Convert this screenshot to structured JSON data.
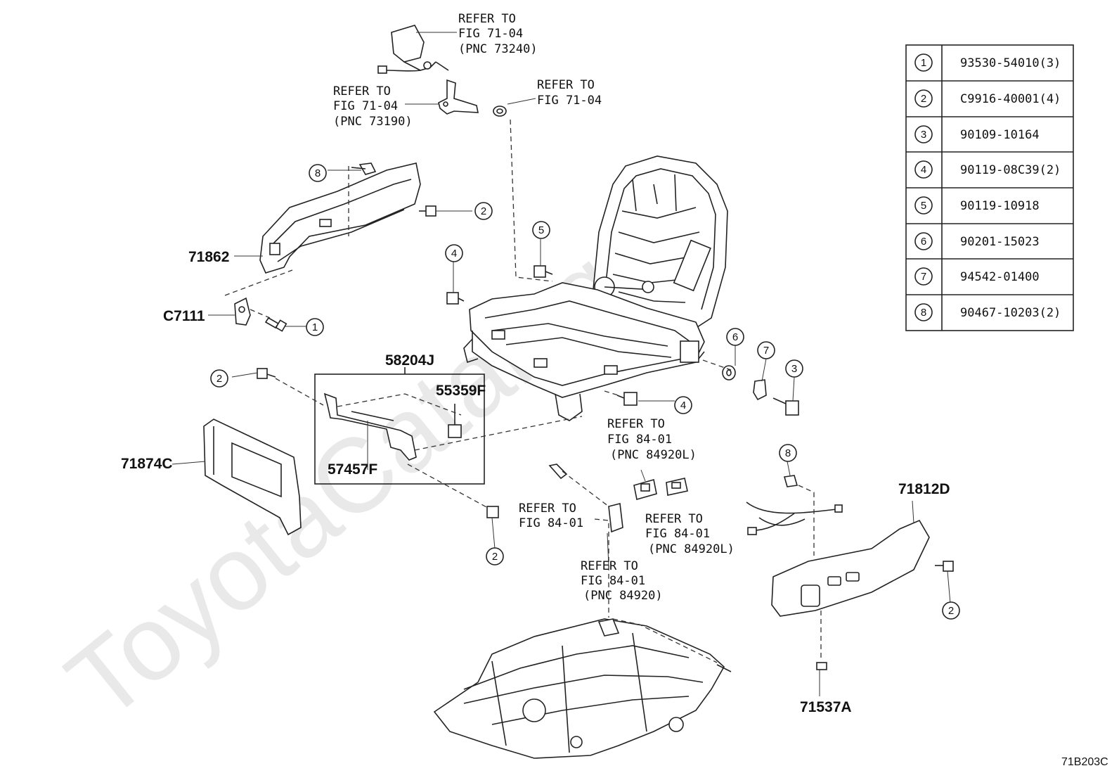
{
  "watermark": "ToyotaCatalog",
  "diagram_code": "71B203C",
  "legend": [
    {
      "num": "1",
      "part": "93530-54010(3)"
    },
    {
      "num": "2",
      "part": "C9916-40001(4)"
    },
    {
      "num": "3",
      "part": "90109-10164"
    },
    {
      "num": "4",
      "part": "90119-08C39(2)"
    },
    {
      "num": "5",
      "part": "90119-10918"
    },
    {
      "num": "6",
      "part": "90201-15023"
    },
    {
      "num": "7",
      "part": "94542-01400"
    },
    {
      "num": "8",
      "part": "90467-10203(2)"
    }
  ],
  "parts": {
    "p71862": "71862",
    "c7111": "C7111",
    "p58204j": "58204J",
    "p55359f": "55359F",
    "p57457f": "57457F",
    "p71874c": "71874C",
    "p71812d": "71812D",
    "p71537a": "71537A"
  },
  "refs": {
    "r1": [
      "REFER TO",
      "FIG 71-04",
      "(PNC 73240)"
    ],
    "r2": [
      "REFER TO",
      "FIG 71-04",
      "(PNC 73190)"
    ],
    "r3": [
      "REFER TO",
      "FIG 71-04"
    ],
    "r4": [
      "REFER TO",
      "FIG 84-01",
      "(PNC 84920L)"
    ],
    "r5": [
      "REFER TO",
      "FIG 84-01"
    ],
    "r6": [
      "REFER TO",
      "FIG 84-01",
      "(PNC 84920L)"
    ],
    "r7": [
      "REFER TO",
      "FIG 84-01",
      "(PNC 84920)"
    ]
  }
}
